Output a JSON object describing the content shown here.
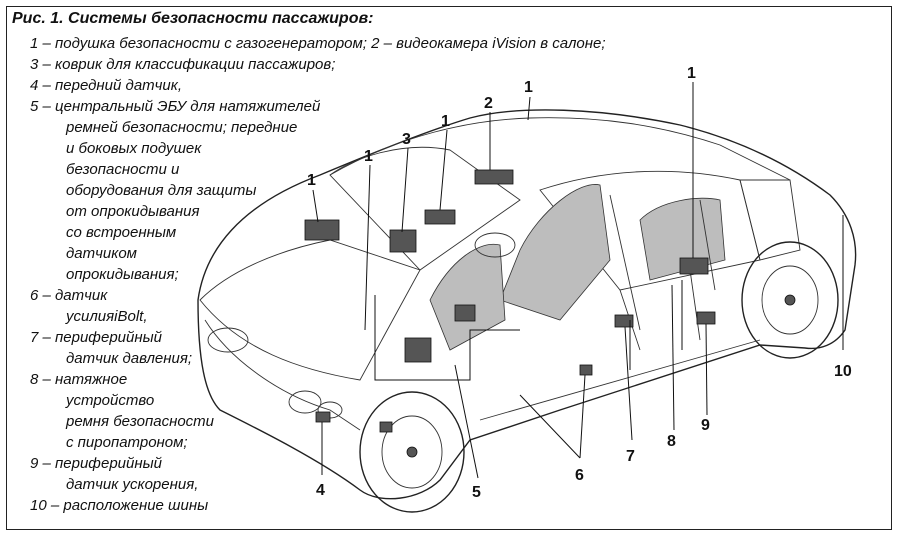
{
  "title": "Рис. 1. Системы безопасности пассажиров:",
  "legend": [
    "1 – подушка безопасности с газогенератором; 2 – видеокамера iVision в салоне;",
    "3 – коврик для классификации пассажиров;",
    "4 – передний датчик,",
    "5 – центральный ЭБУ для натяжителей",
    "ремней безопасности; передние",
    "и боковых подушек",
    "безопасности и",
    "оборудования для защиты",
    "от опрокидывания",
    "со встроенным",
    "датчиком",
    "опрокидывания;",
    "6 – датчик",
    "усилияiBolt,",
    "7 – периферийный",
    "датчик давления;",
    "8 – натяжное",
    "устройство",
    "ремня безопасности",
    "с пиропатроном;",
    "9 – периферийный",
    "датчик ускорения,",
    "10 – расположение шины"
  ],
  "callouts": [
    "1",
    "2",
    "3",
    "1",
    "1",
    "1",
    "1",
    "10",
    "4",
    "5",
    "6",
    "7",
    "8",
    "9"
  ]
}
